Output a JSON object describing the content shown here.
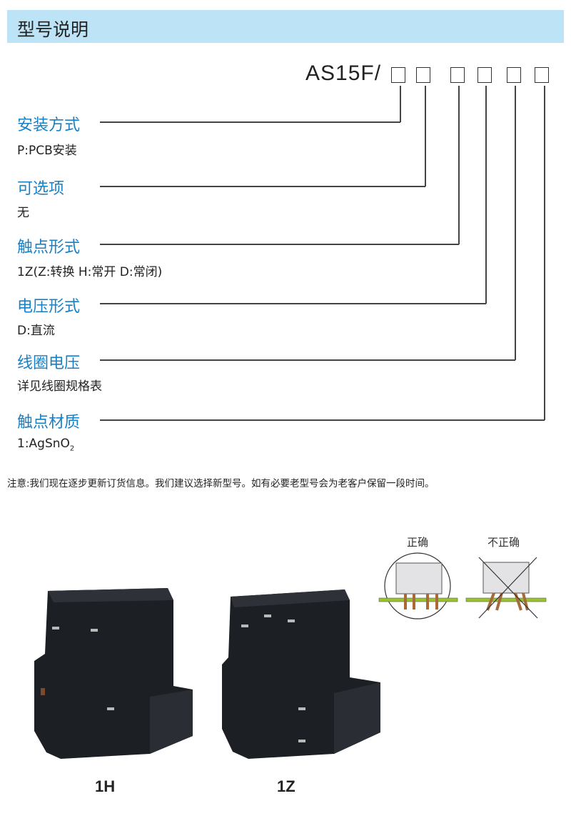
{
  "header": {
    "title": "型号说明"
  },
  "model": {
    "prefix": "AS15F/",
    "slots": 6
  },
  "fields": [
    {
      "label": "安装方式",
      "value": "P:PCB安装"
    },
    {
      "label": "可选项",
      "value": "无"
    },
    {
      "label": "触点形式",
      "value": "1Z(Z:转换 H:常开 D:常闭)"
    },
    {
      "label": "电压形式",
      "value": "D:直流"
    },
    {
      "label": "线圈电压",
      "value": "详见线圈规格表"
    },
    {
      "label": "触点材质",
      "value": "1:AgSnO",
      "value_sub": "2"
    }
  ],
  "note": "注意:我们现在逐步更新订货信息。我们建议选择新型号。如有必要老型号会为老客户保留一段时间。",
  "mounting": {
    "correct": "正确",
    "incorrect": "不正确"
  },
  "products": [
    {
      "caption": "1H"
    },
    {
      "caption": "1Z"
    }
  ],
  "colors": {
    "header_bg": "#bde3f6",
    "label_blue": "#1a80c4",
    "pcb_green": "#9ac231"
  }
}
